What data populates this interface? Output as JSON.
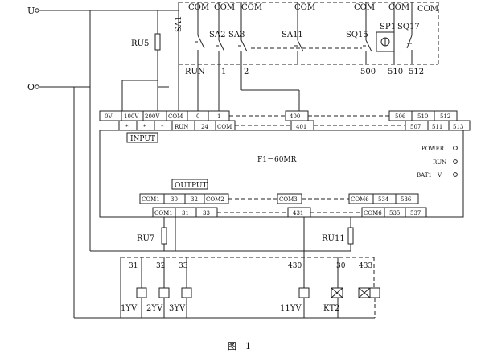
{
  "supply": {
    "u": "U",
    "o": "O"
  },
  "fuses": {
    "ru5": "RU5",
    "ru7": "RU7",
    "ru11": "RU11"
  },
  "top_com": [
    "COM",
    "COM",
    "COM",
    "COM",
    "COM",
    "COM",
    "COM"
  ],
  "switches": {
    "sa1": "SA1",
    "sa2": "SA2",
    "sa3": "SA3",
    "sa11": "SA11",
    "sq15": "SQ15",
    "sp1": "SP1",
    "sq17": "SQ17"
  },
  "switch_numbers": {
    "run": "RUN",
    "n1": "1",
    "n2": "2",
    "n500": "500",
    "n510": "510",
    "n512": "512"
  },
  "input_row1": {
    "c0v": "0V",
    "c100v": "100V",
    "c200v": "200V",
    "com": "COM",
    "c0": "0",
    "c1": "1",
    "c400": "400",
    "c506": "506",
    "c510": "510",
    "c512": "512"
  },
  "input_row2": {
    "s1": "*",
    "s2": "*",
    "s3": "*",
    "run": "RUN",
    "c24": "24",
    "com": "COM",
    "c401": "401",
    "c507": "507",
    "c511": "511",
    "c513": "513"
  },
  "plc": {
    "input_label": "INPUT",
    "output_label": "OUTPUT",
    "model": "F1－60MR",
    "power": "POWER",
    "run": "RUN",
    "bat": "BAT1－V"
  },
  "output_row1": {
    "com1": "COM1",
    "c30": "30",
    "c32": "32",
    "com2": "COM2",
    "com3": "COM3",
    "com6": "COM6",
    "c534": "534",
    "c536": "536"
  },
  "output_row2": {
    "com1": "COM1",
    "c31": "31",
    "c33": "33",
    "c431": "431",
    "com6": "COM6",
    "c535": "535",
    "c537": "537"
  },
  "load_numbers": {
    "n31": "31",
    "n32": "32",
    "n33": "33",
    "n430": "430",
    "n30": "30",
    "n433": "433"
  },
  "loads": {
    "yv1": "1YV",
    "yv2": "2YV",
    "yv3": "3YV",
    "yv11": "11YV",
    "kt2": "KT2"
  },
  "caption": "图　1"
}
